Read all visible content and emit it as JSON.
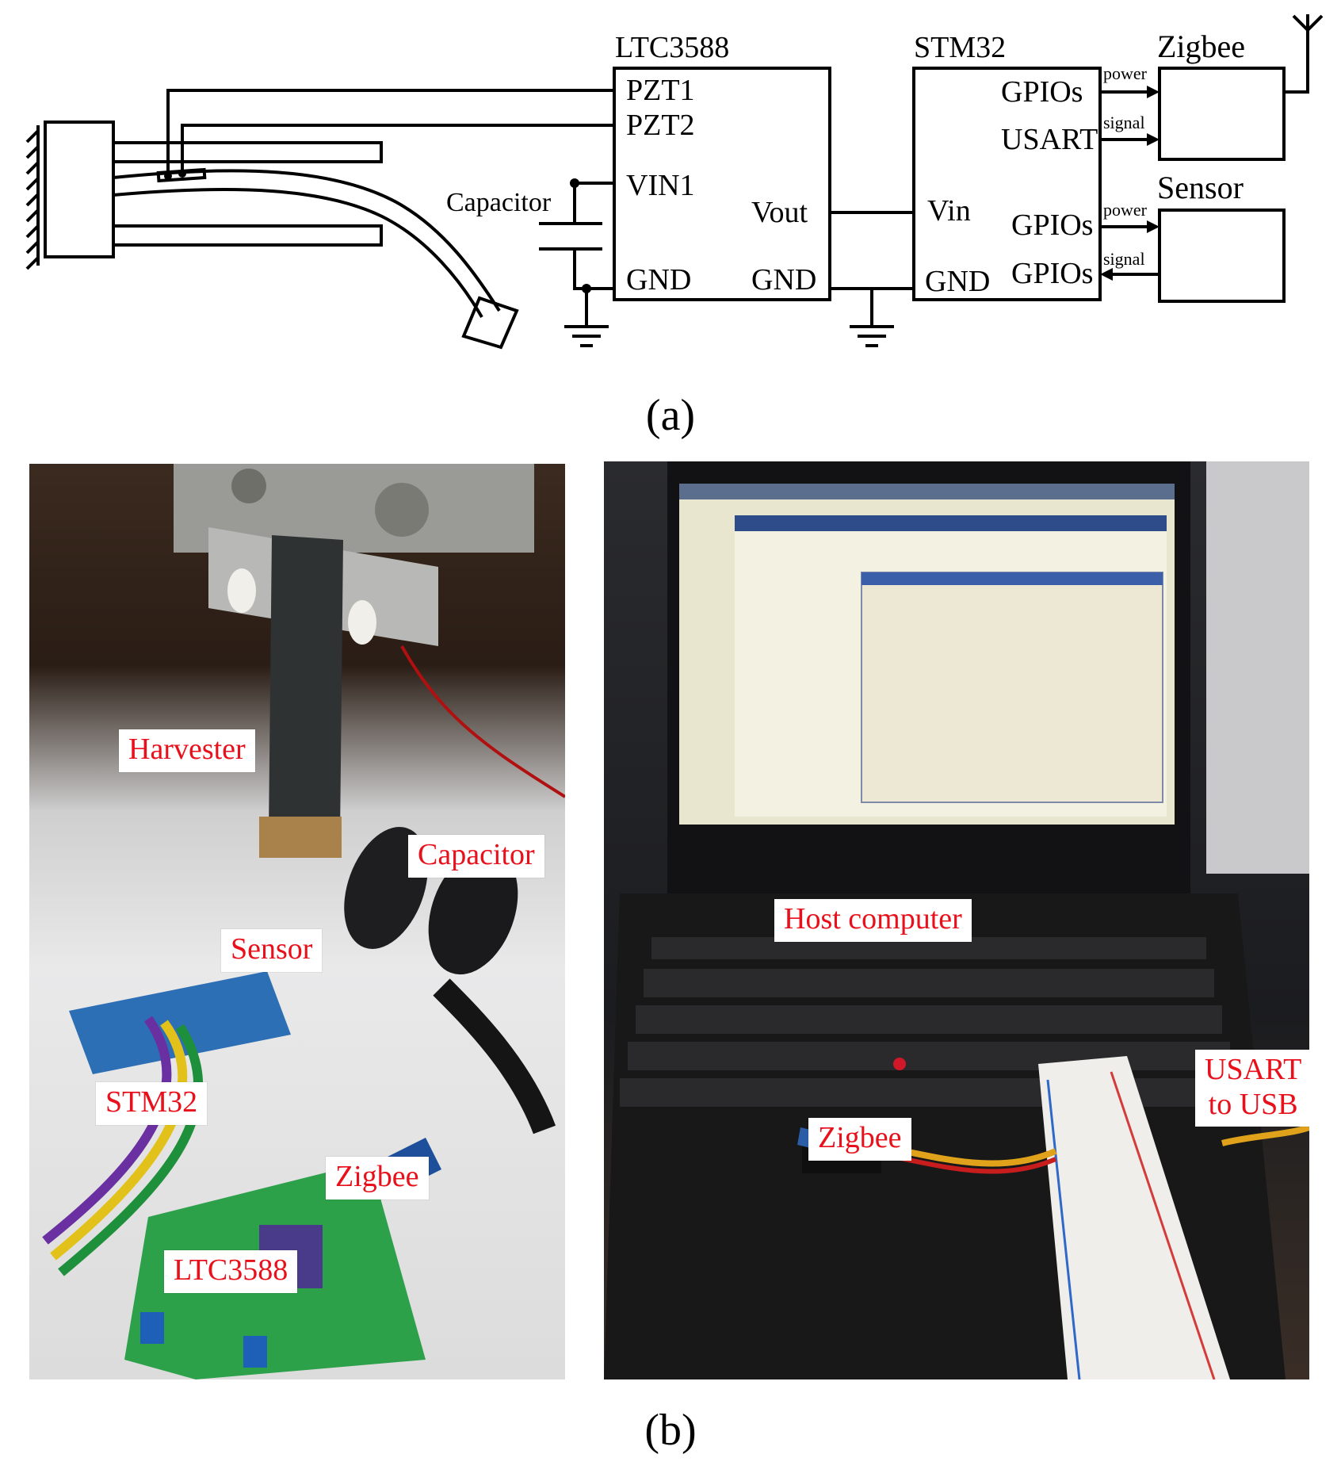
{
  "panel_a": {
    "label": "(a)",
    "ltc": {
      "title": "LTC3588",
      "pin_pzt1": "PZT1",
      "pin_pzt2": "PZT2",
      "pin_vin1": "VIN1",
      "pin_gnd_left": "GND",
      "pin_vout": "Vout",
      "pin_gnd_right": "GND"
    },
    "capacitor_label": "Capacitor",
    "stm": {
      "title": "STM32",
      "pin_gpios_1": "GPIOs",
      "pin_usart": "USART",
      "pin_vin": "Vin",
      "pin_gnd": "GND",
      "pin_gpios_2": "GPIOs",
      "pin_gpios_3": "GPIOs"
    },
    "zigbee_title": "Zigbee",
    "sensor_title": "Sensor",
    "arrow_labels": {
      "zigbee_power": "power",
      "zigbee_signal": "signal",
      "sensor_power": "power",
      "sensor_signal": "signal"
    }
  },
  "panel_b": {
    "label": "(b)",
    "left_photo_tags": {
      "harvester": "Harvester",
      "capacitor": "Capacitor",
      "sensor": "Sensor",
      "stm32": "STM32",
      "zigbee": "Zigbee",
      "ltc3588": "LTC3588"
    },
    "right_photo_tags": {
      "host_computer": "Host computer",
      "zigbee": "Zigbee",
      "usart_line1": "USART",
      "usart_line2": "to USB"
    }
  },
  "colors": {
    "tag_text": "#e8101a",
    "tag_background": "#ffffff",
    "diagram_stroke": "#000000"
  }
}
